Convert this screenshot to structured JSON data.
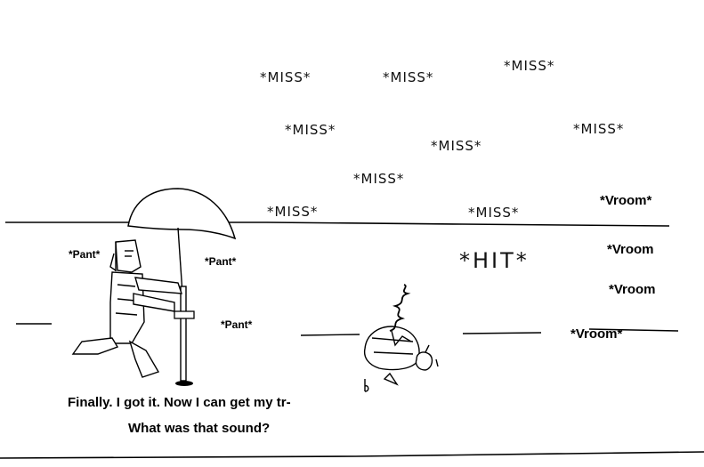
{
  "miss_label": "*MISS*",
  "hit_label": "*HIT*",
  "sfx": {
    "pant_1": "*Pant*",
    "pant_2": "*Pant*",
    "pant_3": "*Pant*",
    "vroom_1": "*Vroom*",
    "vroom_2": "*Vroom",
    "vroom_3": "*Vroom",
    "vroom_4": "*Vroom*"
  },
  "dialog": {
    "line_1": "Finally. I got it. Now I can get my tr-",
    "line_2": "What was that sound?"
  }
}
